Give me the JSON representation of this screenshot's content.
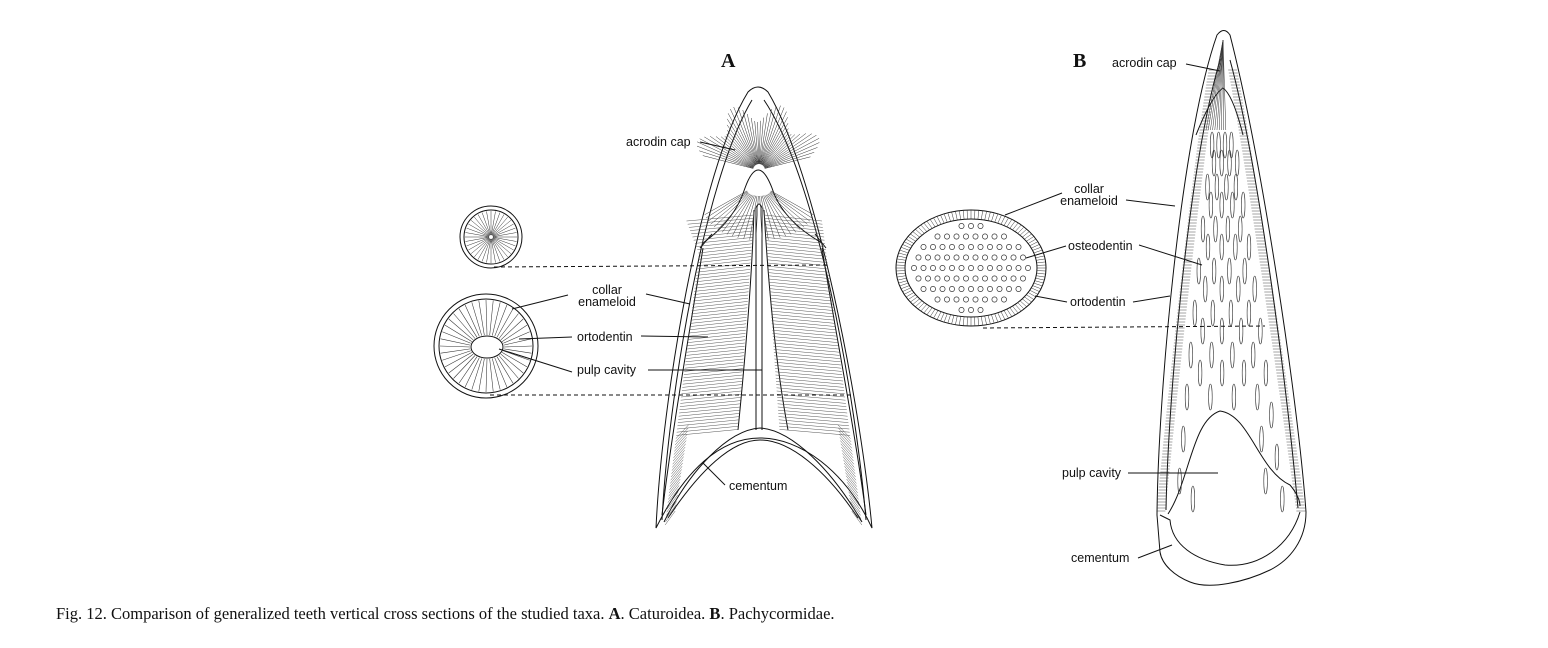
{
  "panels": {
    "a": "A",
    "b": "B"
  },
  "labels_a": {
    "acrodin_cap": "acrodin cap",
    "collar_line1": "collar",
    "collar_line2": "enameloid",
    "ortodentin": "ortodentin",
    "pulp_cavity": "pulp cavity",
    "cementum": "cementum"
  },
  "labels_b": {
    "acrodin_cap": "acrodin cap",
    "collar_line1": "collar",
    "collar_line2": "enameloid",
    "osteodentin": "osteodentin",
    "ortodentin": "ortodentin",
    "pulp_cavity": "pulp cavity",
    "cementum": "cementum"
  },
  "caption": {
    "prefix": "Fig. 12. Comparison of generalized teeth vertical cross sections of the studied taxa. ",
    "a_letter": "A",
    "a_text": ". Caturoidea. ",
    "b_letter": "B",
    "b_text": ". Pachycormidae."
  },
  "colors": {
    "ink": "#111111",
    "background": "#ffffff"
  }
}
